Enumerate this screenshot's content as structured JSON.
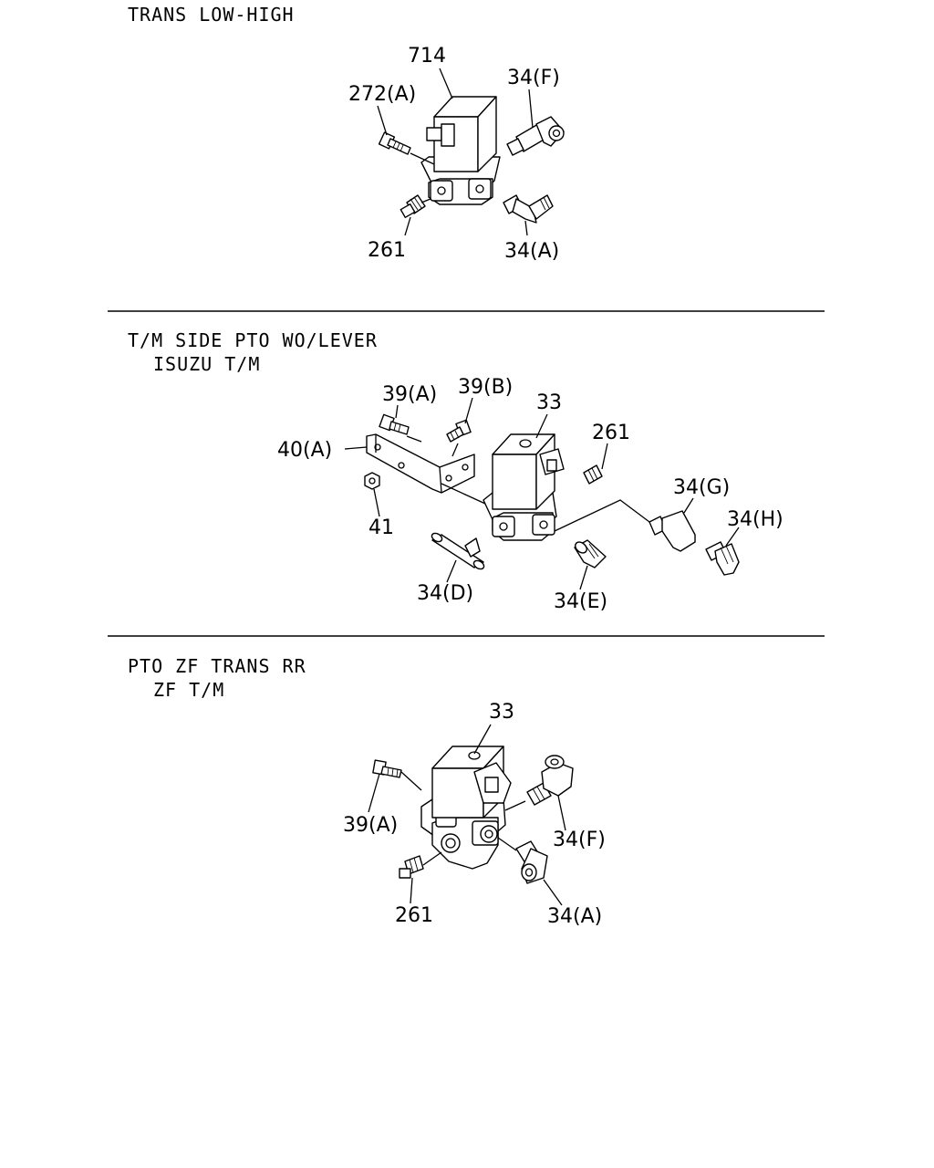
{
  "sections": [
    {
      "title": "TRANS LOW-HIGH",
      "subtitle": "",
      "labels": {
        "a": "714",
        "b": "272(A)",
        "c": "34(F)",
        "d": "261",
        "e": "34(A)"
      }
    },
    {
      "title": "T/M SIDE PTO WO/LEVER",
      "subtitle": "ISUZU T/M",
      "labels": {
        "a": "39(A)",
        "b": "39(B)",
        "c": "33",
        "d": "261",
        "e": "40(A)",
        "f": "34(G)",
        "g": "34(H)",
        "h": "41",
        "i": "34(D)",
        "j": "34(E)"
      }
    },
    {
      "title": "PTO ZF TRANS RR",
      "subtitle": "ZF T/M",
      "labels": {
        "a": "33",
        "b": "39(A)",
        "c": "34(F)",
        "d": "261",
        "e": "34(A)"
      }
    }
  ]
}
